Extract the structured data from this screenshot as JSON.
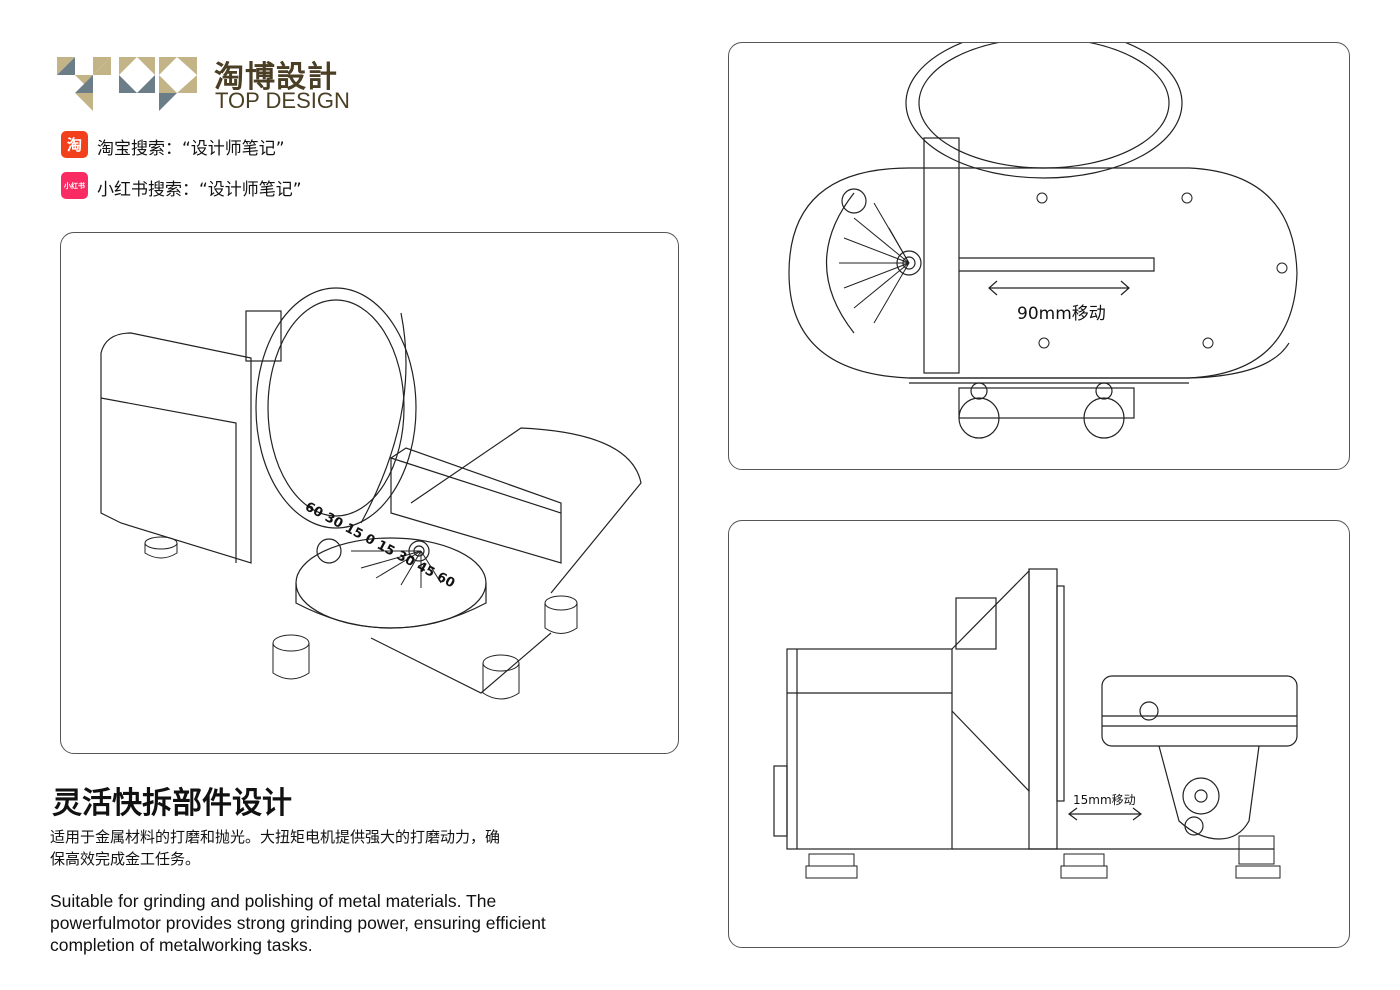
{
  "brand": {
    "logo_cn": "淘博設計",
    "logo_en": "TOP DESIGN"
  },
  "search_links": [
    {
      "icon": "taobao-icon",
      "badge": "淘",
      "text": "淘宝搜索：“设计师笔记”",
      "color": "#f2401c"
    },
    {
      "icon": "xiaohongshu-icon",
      "badge": "小红书",
      "text": "小红书搜索：“设计师笔记”",
      "color": "#fa2a62"
    }
  ],
  "section": {
    "title": "灵活快拆部件设计",
    "description_cn": "适用于金属材料的打磨和抛光。大扭矩电机提供强大的打磨动力，确保高效完成金工任务。",
    "description_en": "Suitable for grinding and polishing of metal materials. The powerfulmotor provides strong grinding power, ensuring efficient completion of metalworking tasks."
  },
  "figures": {
    "top_view_label": "90mm移动",
    "side_view_label": "15mm移动",
    "dial_marks": [
      "60",
      "30",
      "15",
      "0",
      "15",
      "30",
      "45",
      "60"
    ]
  }
}
